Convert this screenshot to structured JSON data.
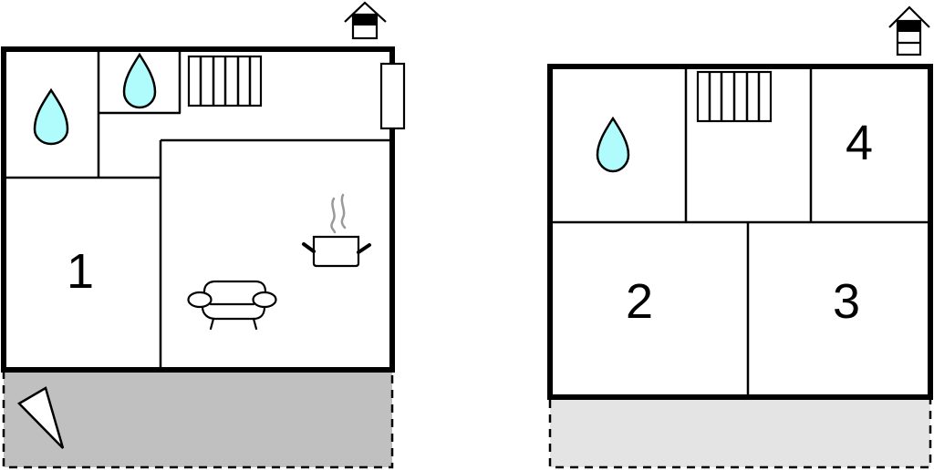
{
  "colors": {
    "water_fill": "#b0fcfc",
    "terrace_ground_floor": "#c0c0c0",
    "terrace_upper_floor": "#e4e4e4",
    "wall": "#000000",
    "steam": "#999999"
  },
  "floors": [
    {
      "name": "ground-floor",
      "floor_indicator_icon": "house-floor-ground-icon",
      "rooms": [
        {
          "id": "bathroom-1",
          "icon": "water-drop-icon",
          "label": ""
        },
        {
          "id": "bathroom-2",
          "icon": "water-drop-icon",
          "label": ""
        },
        {
          "id": "staircase",
          "icon": "stairs-icon",
          "label": ""
        },
        {
          "id": "bedroom-1",
          "icon": "",
          "label": "1"
        },
        {
          "id": "living-kitchen",
          "icons": [
            "sofa-icon",
            "cooking-pot-icon"
          ],
          "label": ""
        },
        {
          "id": "fireplace",
          "icon": "fireplace-icon",
          "label": ""
        },
        {
          "id": "terrace",
          "icon": "compass-pointer-icon",
          "label": ""
        }
      ]
    },
    {
      "name": "upper-floor",
      "floor_indicator_icon": "house-floor-upper-icon",
      "rooms": [
        {
          "id": "bathroom-3",
          "icon": "water-drop-icon",
          "label": ""
        },
        {
          "id": "staircase",
          "icon": "stairs-icon",
          "label": ""
        },
        {
          "id": "bedroom-4",
          "icon": "",
          "label": "4"
        },
        {
          "id": "bedroom-2",
          "icon": "",
          "label": "2"
        },
        {
          "id": "bedroom-3",
          "icon": "",
          "label": "3"
        },
        {
          "id": "balcony",
          "icon": "",
          "label": ""
        }
      ]
    }
  ],
  "labels": {
    "room1": "1",
    "room2": "2",
    "room3": "3",
    "room4": "4"
  }
}
